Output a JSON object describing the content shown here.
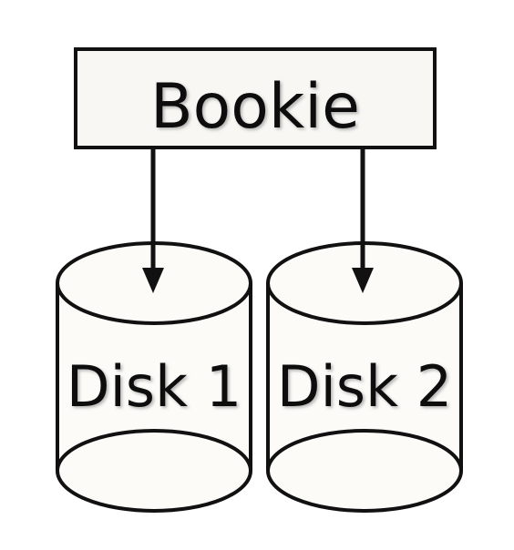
{
  "diagram": {
    "node_bookie": {
      "label": "Bookie"
    },
    "node_disk1": {
      "label": "Disk 1"
    },
    "node_disk2": {
      "label": "Disk 2"
    },
    "edges": [
      {
        "from": "Bookie",
        "to": "Disk 1"
      },
      {
        "from": "Bookie",
        "to": "Disk 2"
      }
    ]
  },
  "colors": {
    "stroke": "#111111",
    "box_fill": "#f8f7f3",
    "cylinder_fill": "#fcfbf8",
    "text": "#111111"
  }
}
